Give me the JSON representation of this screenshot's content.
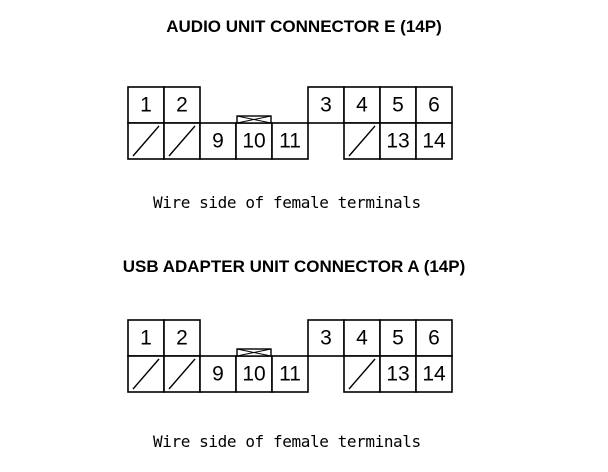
{
  "connectors": [
    {
      "title": "AUDIO UNIT CONNECTOR E (14P)",
      "caption": "Wire side of female terminals",
      "pins": {
        "top_left": [
          "1",
          "2"
        ],
        "top_right": [
          "3",
          "4",
          "5",
          "6"
        ],
        "bottom_middle": [
          "9",
          "10",
          "11"
        ],
        "bottom_right": [
          "13",
          "14"
        ]
      }
    },
    {
      "title": "USB ADAPTER UNIT CONNECTOR A (14P)",
      "caption": "Wire side of female terminals",
      "pins": {
        "top_left": [
          "1",
          "2"
        ],
        "top_right": [
          "3",
          "4",
          "5",
          "6"
        ],
        "bottom_middle": [
          "9",
          "10",
          "11"
        ],
        "bottom_right": [
          "13",
          "14"
        ]
      }
    }
  ]
}
